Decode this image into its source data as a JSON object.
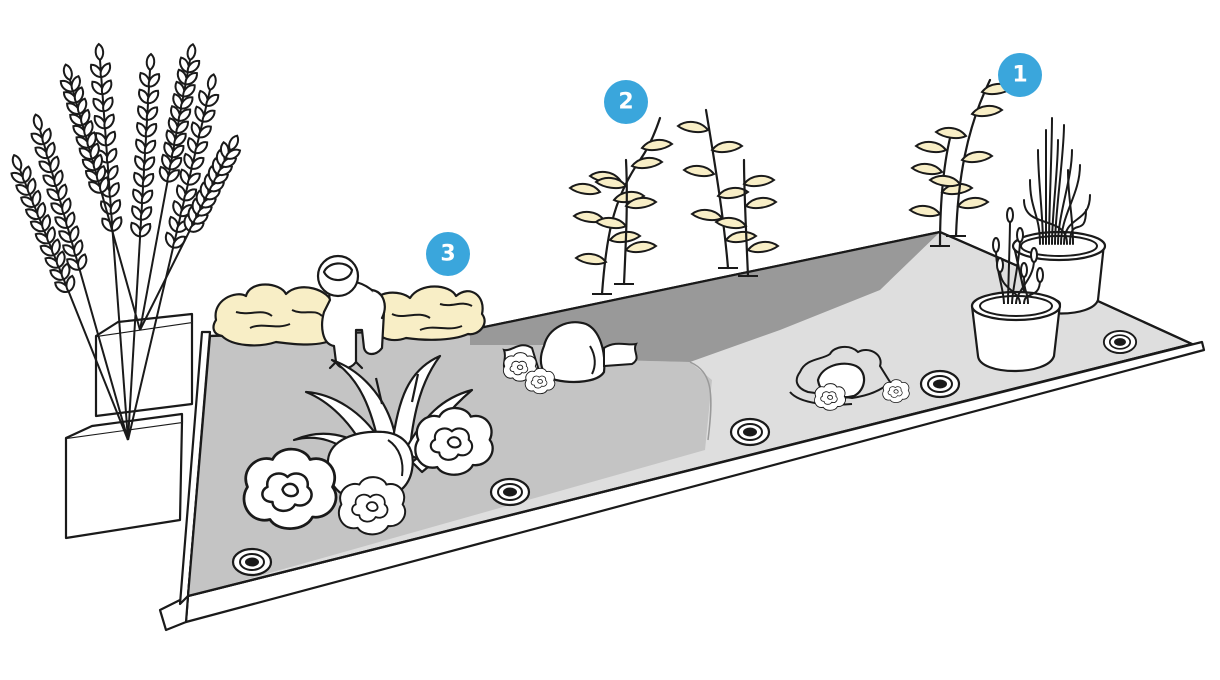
{
  "markers": [
    {
      "id": "marker-1",
      "label": "1"
    },
    {
      "id": "marker-2",
      "label": "2"
    },
    {
      "id": "marker-3",
      "label": "3"
    }
  ],
  "colors": {
    "marker": "#3aa6dc",
    "cream": "#f8eec6",
    "bed_dark": "#999999",
    "bed_mid": "#c4c4c4",
    "bed_light": "#dedede",
    "outline": "#1a1a1a"
  },
  "icons": [
    "wheat-icon",
    "planter-icon",
    "vine-icon",
    "grass-icon",
    "shrub-icon",
    "rock-icon",
    "lettuce-icon",
    "agave-icon",
    "light-icon",
    "astronaut-icon",
    "pot-icon"
  ]
}
